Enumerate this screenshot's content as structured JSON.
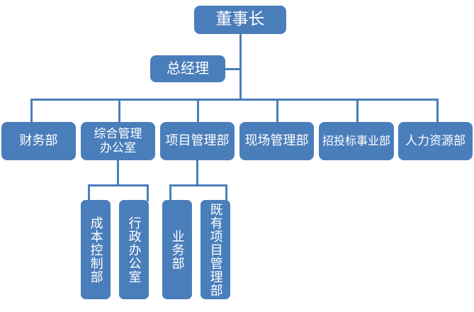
{
  "chart": {
    "title": "",
    "type": "organization-chart",
    "background_color": "#ffffff",
    "node_fill_color": "#4a7ebb",
    "node_text_color": "#ffffff",
    "connector_color": "#4a7ebb"
  },
  "nodes": {
    "chairman": {
      "label": "董事长"
    },
    "general_manager": {
      "label": "总经理"
    },
    "departments": [
      {
        "label": "财务部"
      },
      {
        "label": "综合管理\n办公室"
      },
      {
        "label": "项目管理部"
      },
      {
        "label": "现场管理部"
      },
      {
        "label": "招投标事业部"
      },
      {
        "label": "人力资源部"
      }
    ],
    "sub_departments": [
      {
        "label": "成本控制部",
        "parent": "综合管理办公室"
      },
      {
        "label": "行政办公室",
        "parent": "综合管理办公室"
      },
      {
        "label": "业务部",
        "parent": "项目管理部"
      },
      {
        "label": "既有项目管理部",
        "parent": "项目管理部"
      }
    ]
  }
}
